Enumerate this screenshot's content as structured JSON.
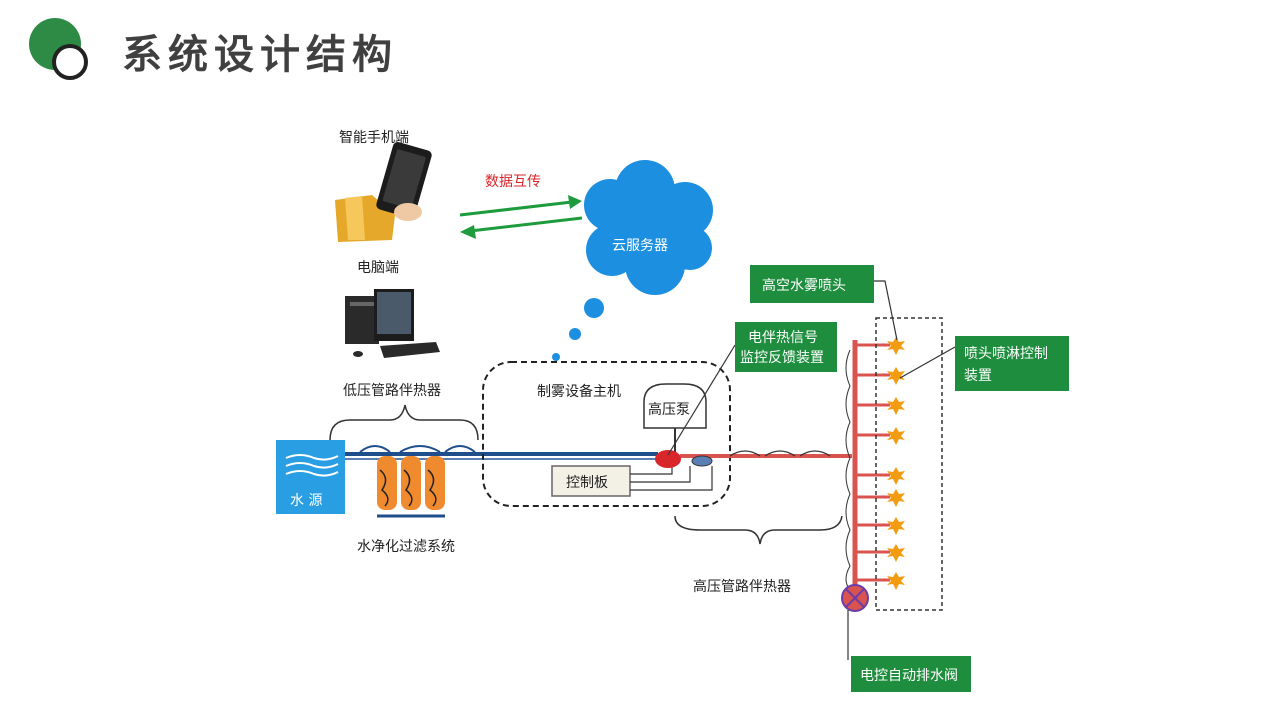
{
  "slide": {
    "title": "系统设计结构",
    "accent_color": "#2e8b46"
  },
  "diagram": {
    "labels": {
      "phone": "智能手机端",
      "computer": "电脑端",
      "data_exchange": "数据互传",
      "cloud": "云服务器",
      "low_pressure_heater": "低压管路伴热器",
      "water_source": "水 源",
      "filter_system": "水净化过滤系统",
      "host": "制雾设备主机",
      "pump": "高压泵",
      "control_board": "控制板",
      "high_pressure_heater": "高压管路伴热器"
    },
    "callouts": {
      "nozzle": "高空水雾喷头",
      "heat_monitor_line1": "电伴热信号",
      "heat_monitor_line2": "监控反馈装置",
      "spray_control_line1": "喷头喷淋控制",
      "spray_control_line2": "装置",
      "drain_valve": "电控自动排水阀"
    },
    "colors": {
      "callout_green": "#1e8e3e",
      "data_arrow": "#1e9b3c",
      "pipe_red": "#d9534f",
      "pipe_blue": "#1f4e8c",
      "cloud_blue": "#1d8fe0",
      "nozzle_orange": "#f39c12"
    }
  }
}
